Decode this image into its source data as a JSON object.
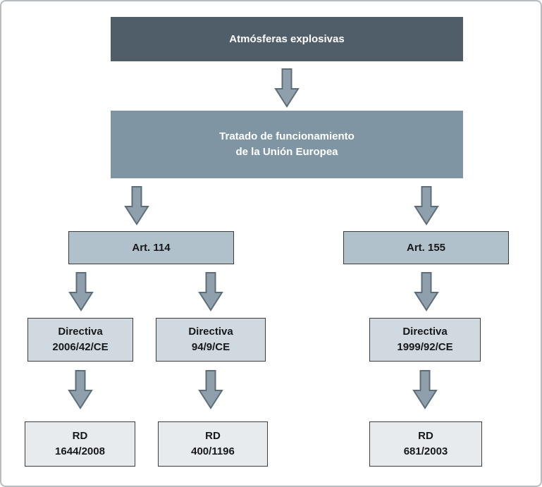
{
  "diagram": {
    "root": {
      "label": "Atmósferas explosivas"
    },
    "treaty": {
      "line1": "Tratado de funcionamiento",
      "line2": "de la Unión Europea"
    },
    "articles": [
      {
        "label": "Art. 114"
      },
      {
        "label": "Art. 155"
      }
    ],
    "directives": [
      {
        "line1": "Directiva",
        "line2": "2006/42/CE"
      },
      {
        "line1": "Directiva",
        "line2": "94/9/CE"
      },
      {
        "line1": "Directiva",
        "line2": "1999/92/CE"
      }
    ],
    "decrees": [
      {
        "line1": "RD",
        "line2": "1644/2008"
      },
      {
        "line1": "RD",
        "line2": "400/1196"
      },
      {
        "line1": "RD",
        "line2": "681/2003"
      }
    ],
    "colors": {
      "root_bg": "#4f5e69",
      "treaty_bg": "#8095a3",
      "article_bg": "#b1c1cb",
      "directive_bg": "#cfd9df",
      "decree_bg": "#e7ebee",
      "arrow_fill": "#8fa0ac",
      "arrow_stroke": "#5d6e79",
      "box_border": "#3c3c3c",
      "frame_border": "#b7bdc1"
    }
  }
}
